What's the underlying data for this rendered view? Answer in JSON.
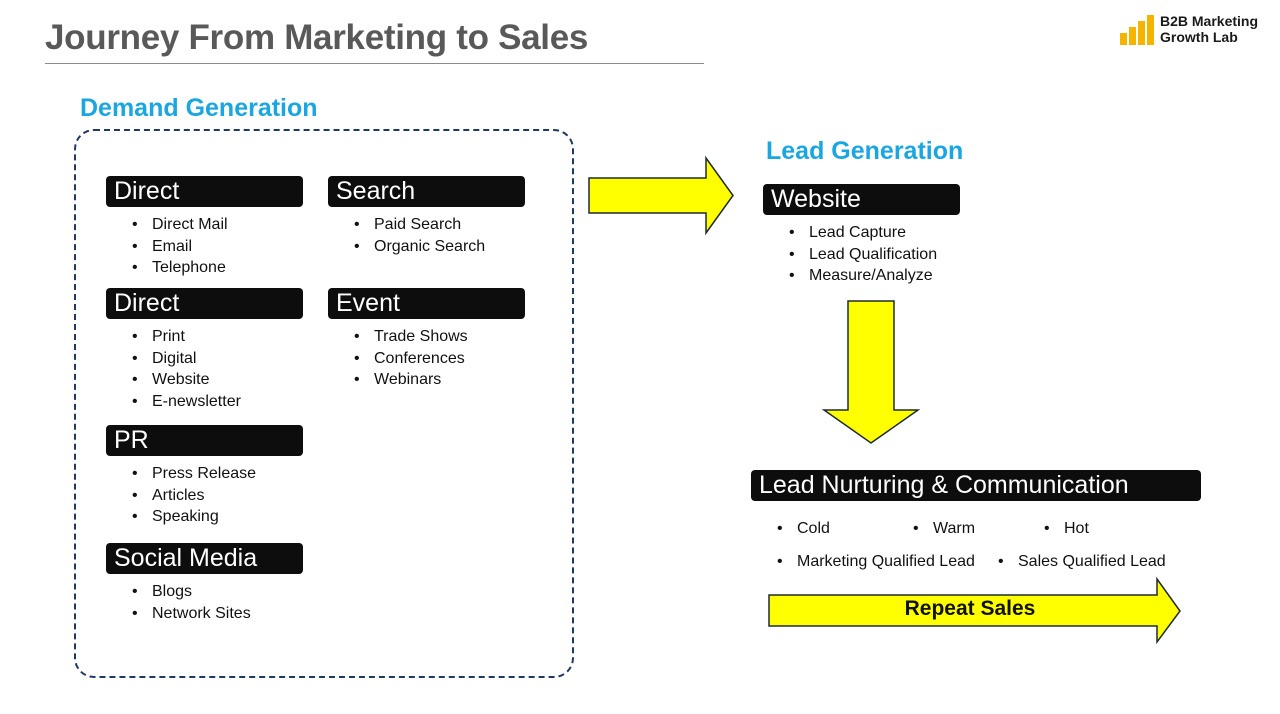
{
  "page": {
    "title": "Journey From Marketing to Sales"
  },
  "logo": {
    "line1": "B2B Marketing",
    "line2": "Growth Lab",
    "icon": "bar-chart-icon",
    "color": "#f5b400"
  },
  "colors": {
    "heading": "#1aa6e0",
    "chip_bg": "#0d0d0d",
    "arrow_fill": "#ffff00",
    "box_border": "#1f3864"
  },
  "demand_generation": {
    "heading": "Demand Generation",
    "groups": [
      {
        "label": "Direct",
        "items": [
          "Direct Mail",
          "Email",
          "Telephone"
        ]
      },
      {
        "label": "Search",
        "items": [
          "Paid Search",
          "Organic Search"
        ]
      },
      {
        "label": "Direct",
        "items": [
          "Print",
          "Digital",
          "Website",
          "E-newsletter"
        ]
      },
      {
        "label": "Event",
        "items": [
          "Trade Shows",
          "Conferences",
          "Webinars"
        ]
      },
      {
        "label": "PR",
        "items": [
          "Press Release",
          "Articles",
          "Speaking"
        ]
      },
      {
        "label": "Social Media",
        "items": [
          "Blogs",
          "Network Sites"
        ]
      }
    ]
  },
  "lead_generation": {
    "heading": "Lead Generation",
    "label": "Website",
    "items": [
      "Lead Capture",
      "Lead Qualification",
      "Measure/Analyze"
    ]
  },
  "lead_nurturing": {
    "label": "Lead Nurturing & Communication",
    "row1": [
      "Cold",
      "Warm",
      "Hot"
    ],
    "row2": [
      "Marketing Qualified Lead",
      "Sales Qualified Lead"
    ]
  },
  "repeat_sales": {
    "label": "Repeat Sales"
  }
}
